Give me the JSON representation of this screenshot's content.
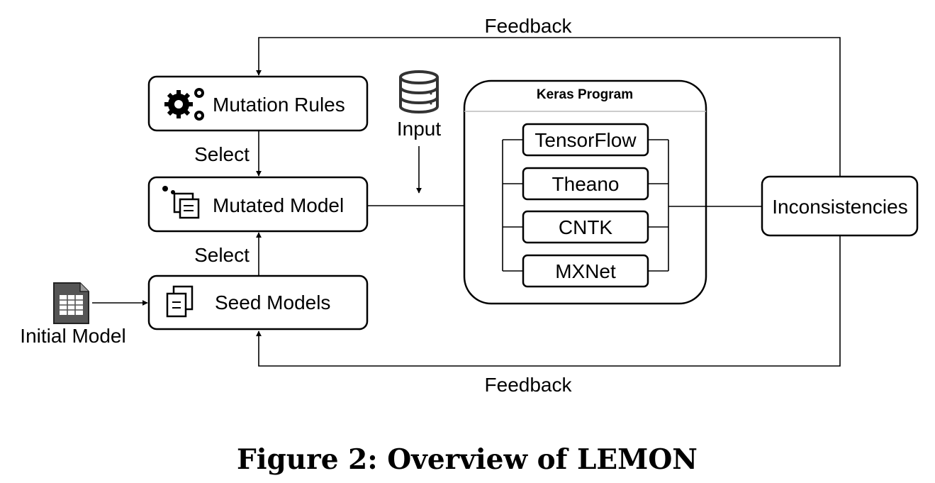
{
  "feedback_top": "Feedback",
  "feedback_bottom": "Feedback",
  "mutation_rules": {
    "label": "Mutation Rules",
    "icon": "gears-icon"
  },
  "select_upper": "Select",
  "mutated_model": {
    "label": "Mutated Model",
    "icon": "mutated-document-icon"
  },
  "select_lower": "Select",
  "seed_models": {
    "label": "Seed Models",
    "icon": "documents-icon"
  },
  "initial_model": {
    "label": "Initial Model",
    "icon": "spreadsheet-file-icon"
  },
  "input": {
    "label": "Input",
    "icon": "database-icon"
  },
  "keras_program": {
    "title": "Keras Program",
    "backends": [
      "TensorFlow",
      "Theano",
      "CNTK",
      "MXNet"
    ]
  },
  "inconsistencies": "Inconsistencies",
  "caption": "Figure 2: Overview of LEMON"
}
